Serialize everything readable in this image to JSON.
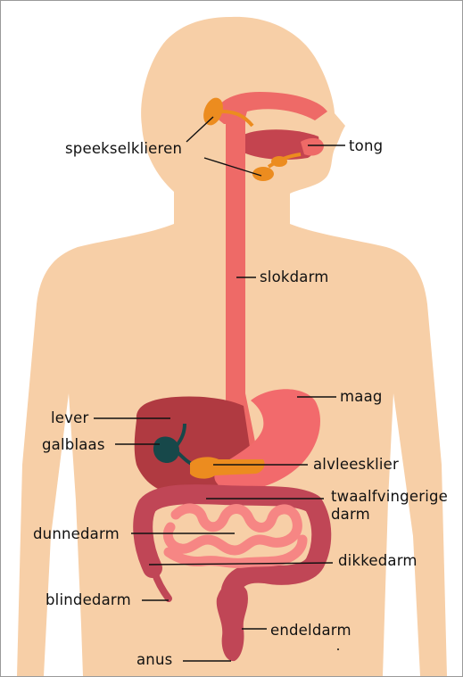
{
  "colors": {
    "skin": "#f7cfa7",
    "tract": "#ee6a67",
    "tract_dark": "#c4444f",
    "liver": "#b03a41",
    "stomach": "#f26a6c",
    "gland_orange": "#ec8c1f",
    "gallbladder": "#17484a",
    "intestine": "#c04656",
    "small_intestine": "#f68684",
    "line": "#111111"
  },
  "labels": {
    "speekselklieren": "speekselklieren",
    "tong": "tong",
    "slokdarm": "slokdarm",
    "maag": "maag",
    "lever": "lever",
    "galblaas": "galblaas",
    "alvleesklier": "alvleesklier",
    "twaalfvingerige_1": "twaalfvingerige",
    "twaalfvingerige_2": "darm",
    "dunnedarm": "dunnedarm",
    "dikkedarm": "dikkedarm",
    "blindedarm": "blindedarm",
    "endeldarm": "endeldarm",
    "anus": "anus"
  }
}
